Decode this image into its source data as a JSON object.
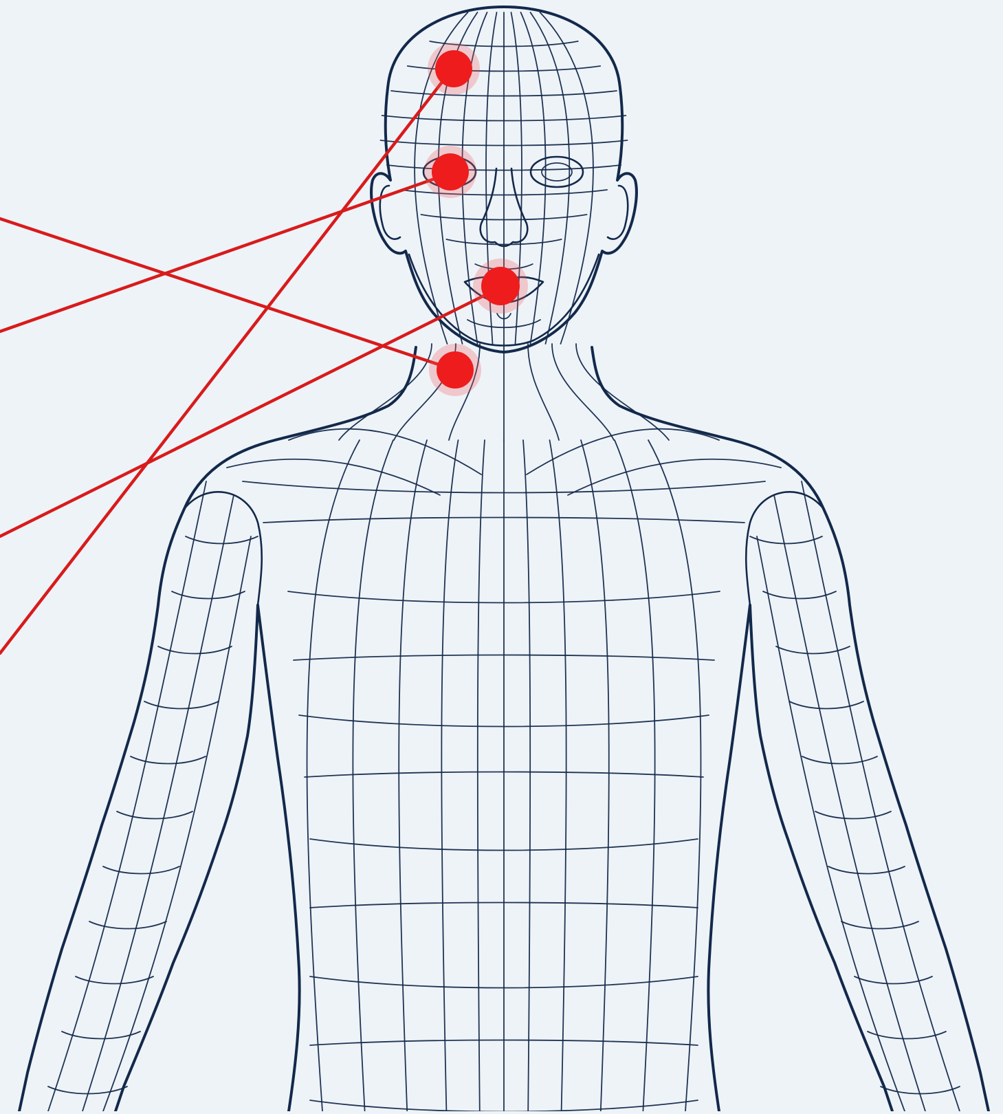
{
  "figure": {
    "subject": "human-wireframe-body",
    "view": "front",
    "colors": {
      "background": "#eef3f8",
      "outline": "#13294b",
      "marker": "#ee1c1c",
      "leader": "#d81b1b"
    },
    "markers": [
      {
        "id": "forehead",
        "icon": "red-dot-marker"
      },
      {
        "id": "eye",
        "icon": "red-dot-marker"
      },
      {
        "id": "mouth",
        "icon": "red-dot-marker"
      },
      {
        "id": "neck",
        "icon": "red-dot-marker"
      }
    ]
  }
}
